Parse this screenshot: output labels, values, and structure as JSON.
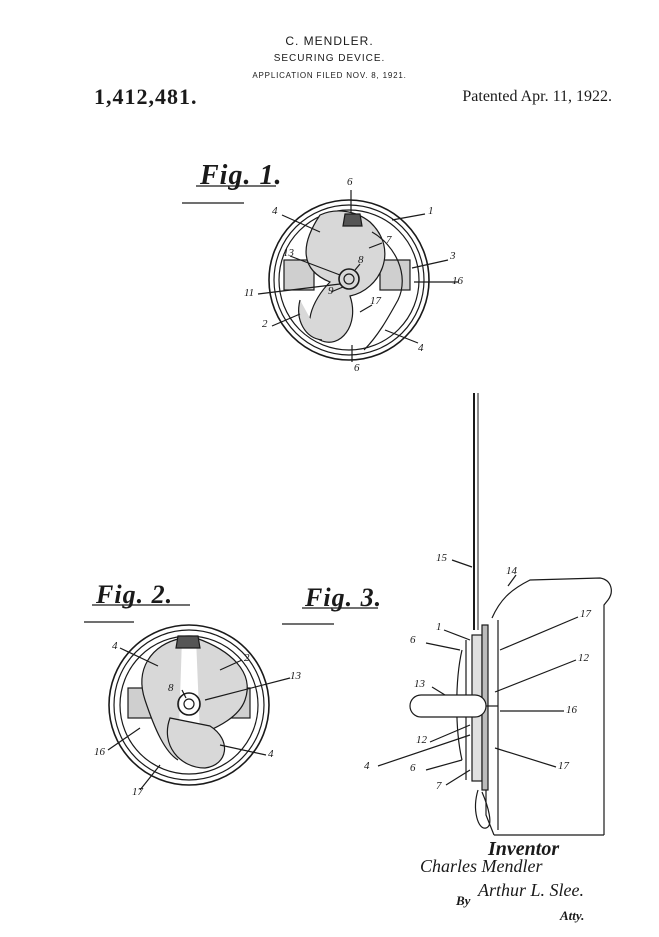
{
  "header": {
    "inventor": "C. MENDLER.",
    "title": "SECURING DEVICE.",
    "filed": "APPLICATION FILED NOV. 8, 1921.",
    "patent_number": "1,412,481.",
    "patented": "Patented Apr. 11, 1922."
  },
  "figures": {
    "fig1": "Fig. 1.",
    "fig2": "Fig. 2.",
    "fig3": "Fig. 3."
  },
  "fig1_refs": [
    "6",
    "4",
    "1",
    "7",
    "3",
    "13",
    "8",
    "16",
    "11",
    "9",
    "17",
    "2",
    "4",
    "6"
  ],
  "fig2_refs": [
    "4",
    "2",
    "13",
    "8",
    "16",
    "4",
    "17"
  ],
  "fig3_refs": [
    "15",
    "14",
    "17",
    "1",
    "6",
    "12",
    "13",
    "16",
    "12",
    "4",
    "17",
    "6",
    "7"
  ],
  "signature": {
    "heading": "Inventor",
    "inventor": "Charles Mendler",
    "by": "By",
    "attorney": "Arthur L. Slee.",
    "atty": "Atty."
  }
}
